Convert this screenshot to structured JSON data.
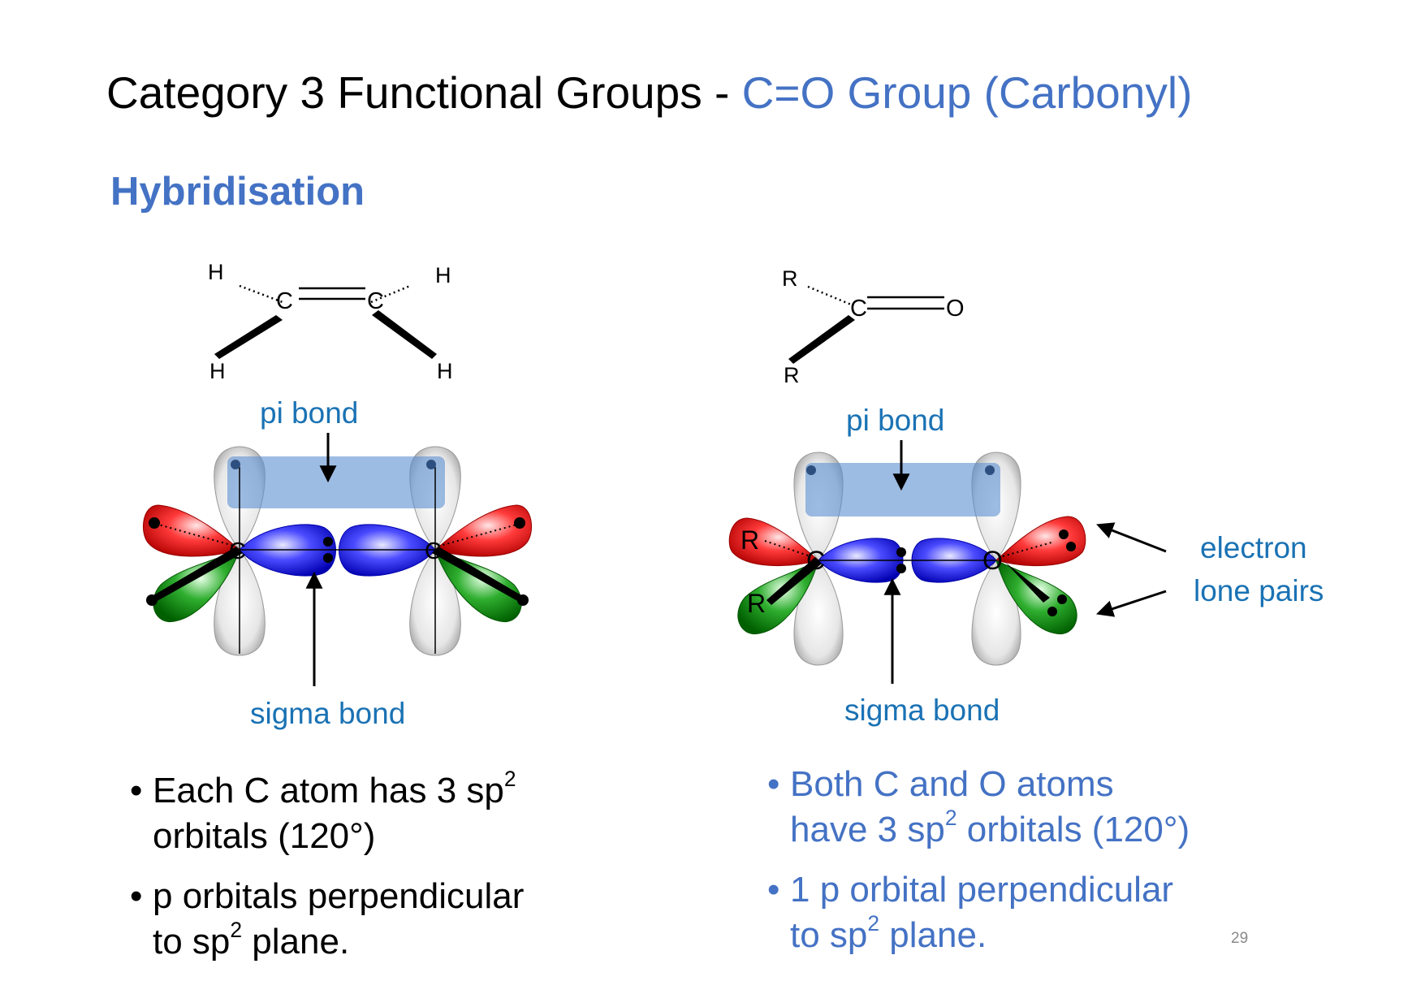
{
  "title": {
    "prefix": "Category 3 Functional Groups - ",
    "highlight": "C=O Group (Carbonyl)"
  },
  "subtitle": "Hybridisation",
  "left": {
    "structure": {
      "atom_h": "H",
      "atom_c": "C"
    },
    "pi_label": "pi bond",
    "sigma_label": "sigma bond",
    "bullets": [
      {
        "text": "Each C atom has 3 sp",
        "sup": "2",
        "line2": "orbitals (120°)"
      },
      {
        "text": "p orbitals perpendicular",
        "line2_pre": "to sp",
        "sup": "2",
        "line2_post": " plane."
      }
    ]
  },
  "right": {
    "structure": {
      "atom_r": "R",
      "atom_c": "C",
      "atom_o": "O"
    },
    "pi_label": "pi bond",
    "sigma_label": "sigma bond",
    "lone_pairs_label": [
      "electron",
      "lone pairs"
    ],
    "bullets": [
      {
        "text": "Both C and O atoms",
        "line2_pre": "have 3 sp",
        "sup": "2",
        "line2_post": " orbitals (120°)"
      },
      {
        "text": "1 p orbital perpendicular",
        "line2_pre": "to sp",
        "sup": "2",
        "line2_post": " plane."
      }
    ]
  },
  "bullet_char": "•",
  "page_number": "29",
  "colors": {
    "accent": "#4472c4",
    "label": "#1a72b4",
    "pi_overlap": "#7fa9d9",
    "sigma_orbital": "#1010e0",
    "red_orbital": "#e01010",
    "green_orbital": "#108a10"
  }
}
